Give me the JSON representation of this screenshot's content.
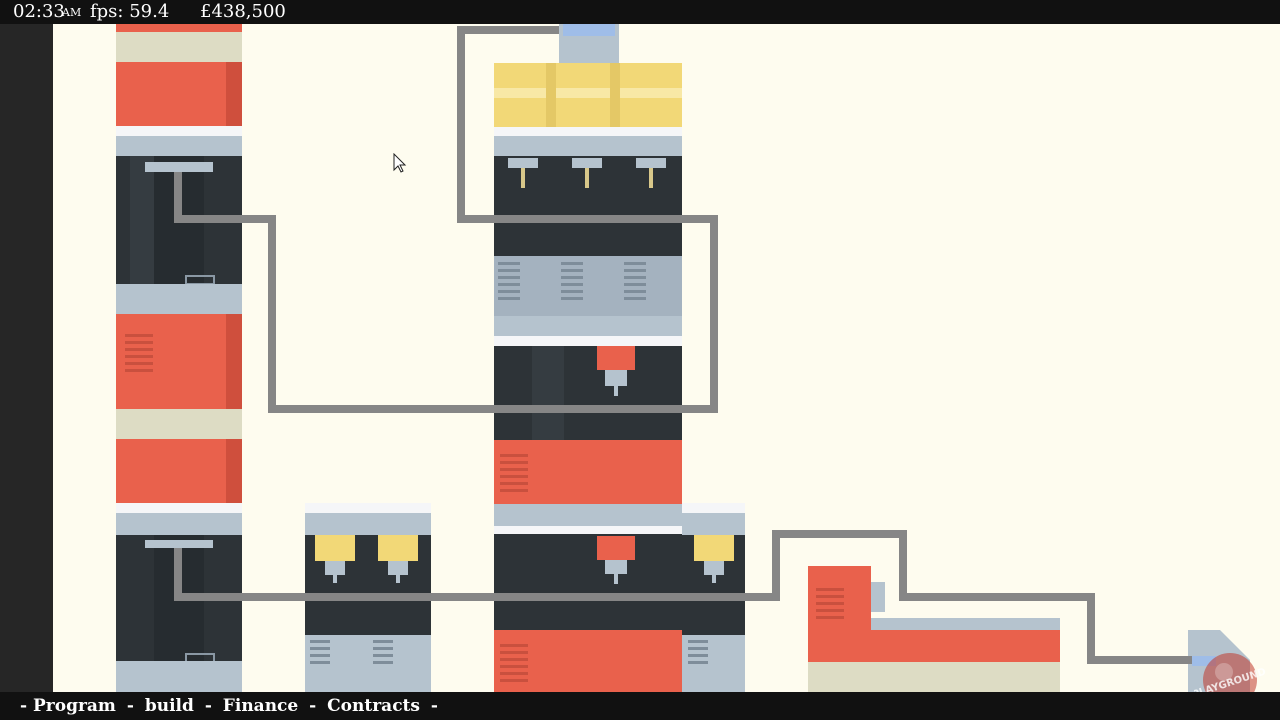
{
  "hud": {
    "clock": "02:33",
    "ampm": "AM",
    "fps": "fps: 59.4",
    "money": "£438,500"
  },
  "menu": {
    "dash": "-",
    "program": "Program",
    "build": "build",
    "finance": "Finance",
    "contracts": "Contracts"
  },
  "watermark": {
    "text": "PLAYGROUND"
  },
  "colors": {
    "background": "#fefcef",
    "machine_red": "#e9614c",
    "machine_dark": "#2d3337",
    "machine_steel": "#b5c3ce",
    "machine_yellow": "#f2d877",
    "machine_beige": "#dddcc4",
    "conveyor": "#868686"
  }
}
